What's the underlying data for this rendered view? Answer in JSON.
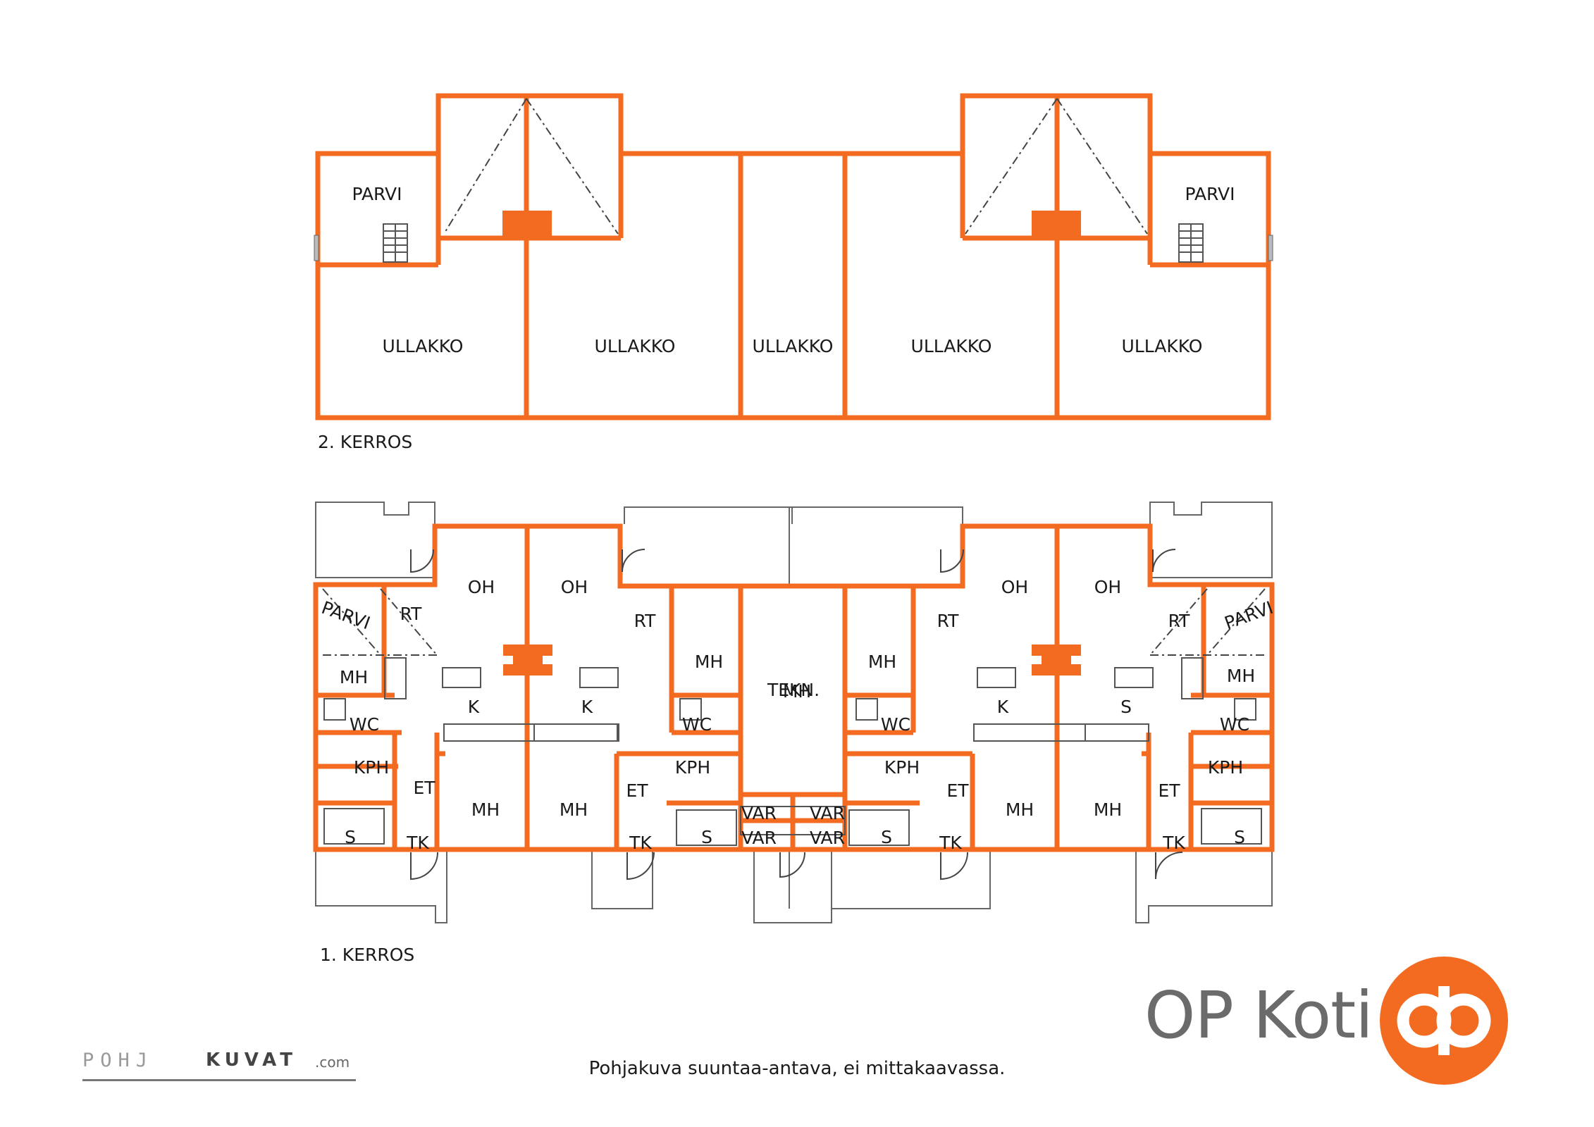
{
  "upper_floor": {
    "label": "2. KERROS",
    "rooms": [
      "PARVI",
      "ULLAKKO",
      "ULLAKKO",
      "ULLAKKO",
      "ULLAKKO",
      "ULLAKKO",
      "PARVI"
    ]
  },
  "ground_floor": {
    "label": "1. KERROS",
    "rooms": [
      "OH",
      "OH",
      "OH",
      "OH",
      "RT",
      "RT",
      "RT",
      "RT",
      "PARVI",
      "PARVI",
      "MH",
      "MH",
      "MH",
      "MH",
      "MH",
      "MH",
      "MH",
      "MH",
      "MH",
      "K",
      "K",
      "K",
      "S",
      "S",
      "S",
      "S",
      "S",
      "WC",
      "WC",
      "WC",
      "WC",
      "KPH",
      "KPH",
      "KPH",
      "KPH",
      "ET",
      "ET",
      "ET",
      "ET",
      "TK",
      "TK",
      "TK",
      "TK",
      "TEKN.",
      "VAR",
      "VAR",
      "VAR",
      "VAR"
    ]
  },
  "disclaimer": "Pohjakuva suuntaa-antava, ei mittakaavassa.",
  "brand": {
    "name": "OP Koti",
    "logo": "op-logo",
    "color": "#f26b21"
  },
  "credit": {
    "part1": "POHJ",
    "part2": "KUVAT",
    "part3": ".com"
  },
  "colors": {
    "wall": "#f26b21",
    "text": "#1a1a1a",
    "gray": "#6b6b6b"
  }
}
